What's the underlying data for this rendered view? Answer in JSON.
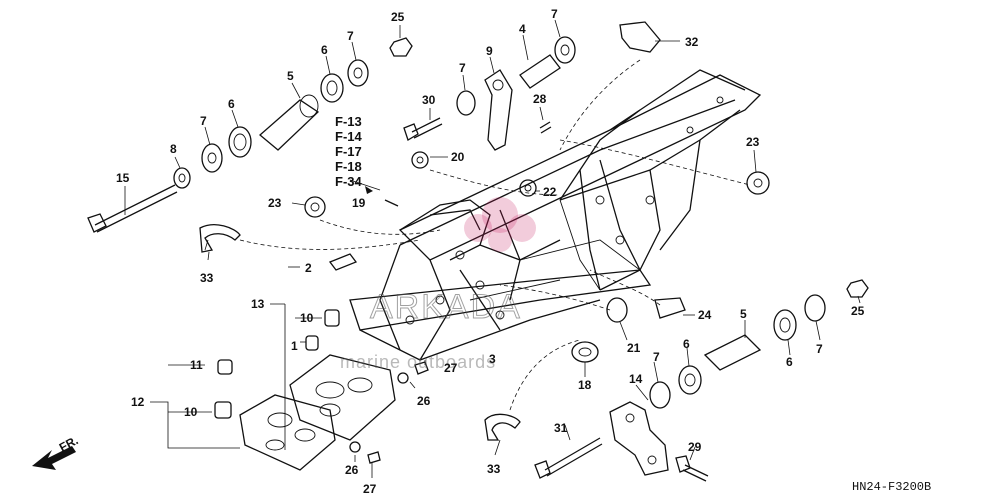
{
  "diagram": {
    "ref_codes": [
      "F-13",
      "F-14",
      "F-17",
      "F-18",
      "F-34"
    ],
    "callouts": {
      "c1": "1",
      "c2": "2",
      "c3": "3",
      "c4": "4",
      "c5a": "5",
      "c5b": "5",
      "c6a": "6",
      "c6b": "6",
      "c6c": "6",
      "c6d": "6",
      "c7a": "7",
      "c7b": "7",
      "c7c": "7",
      "c7d": "7",
      "c7e": "7",
      "c7f": "7",
      "c8": "8",
      "c9": "9",
      "c10a": "10",
      "c10b": "10",
      "c11": "11",
      "c12": "12",
      "c13": "13",
      "c14": "14",
      "c15": "15",
      "c18": "18",
      "c19": "19",
      "c20": "20",
      "c21": "21",
      "c22": "22",
      "c23a": "23",
      "c23b": "23",
      "c24": "24",
      "c25a": "25",
      "c25b": "25",
      "c26a": "26",
      "c26b": "26",
      "c27a": "27",
      "c27b": "27",
      "c28": "28",
      "c29": "29",
      "c30": "30",
      "c31": "31",
      "c32": "32",
      "c33a": "33",
      "c33b": "33"
    },
    "front_label": "FR.",
    "diagram_code": "HN24-F3200B",
    "watermark_main": "ARKADA",
    "watermark_sub": "marine outboards",
    "accent_color": "#c2185b"
  }
}
